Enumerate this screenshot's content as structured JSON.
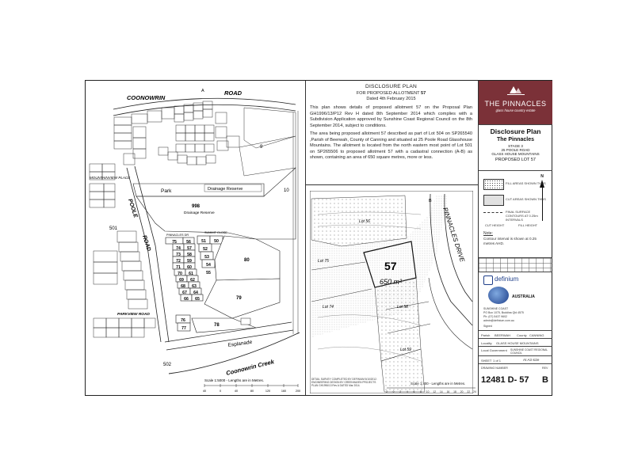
{
  "map": {
    "roads": {
      "coonowrin_road": "COONOWRIN",
      "road_word": "ROAD",
      "poole": "POOLE",
      "poole_road": "ROAD",
      "mountainview_place": "MOUNTAINVIEW PLACE",
      "parkview_road": "PARKVIEW ROAD",
      "pinnacles_dr": "PINNACLES DR",
      "summit_close": "SUMMIT CLOSE",
      "esplanade": "Esplanade",
      "coonowrin_creek": "Coonowrin Creek",
      "pinnacles_drive": "PINNACLES DRIVE"
    },
    "labels": {
      "park": "Park",
      "drainage_reserve": "Drainage Reserve",
      "lot_998": "998",
      "drainage_reserve_2": "Drainage Reserve",
      "lot_501": "501",
      "lot_502": "502",
      "lot_9": "9",
      "lot_10": "10",
      "lot_80": "80",
      "lot_79": "79",
      "lot_78": "78",
      "point_a": "A"
    },
    "lots": [
      "75",
      "56",
      "51",
      "50",
      "74",
      "57",
      "52",
      "73",
      "58",
      "53",
      "72",
      "59",
      "54",
      "71",
      "60",
      "55",
      "70",
      "61",
      "69",
      "62",
      "68",
      "63",
      "67",
      "64",
      "66",
      "65",
      "76",
      "77"
    ],
    "scale": {
      "text": "Scale 1:5000 - Lengths are in Metres.",
      "ticks": [
        "40",
        "0",
        "40",
        "80",
        "120",
        "160",
        "200"
      ]
    }
  },
  "notes": {
    "heading": "DISCLOSURE PLAN",
    "subheading_prefix": "FOR PROPOSED ALLOTMENT",
    "allotment": "57",
    "dated": "Dated 4th February 2015",
    "para1": "This plan shows details of proposed allotment 57 on the Proposal Plan GH1996/13/P12 Rev H dated 8th September 2014 which complies with a Subdivision Application approved by Sunshine Coast Regional Council on the 8th September 2014, subject to conditions.",
    "para2": "The area being proposed allotment 57 described as part of Lot 504 on SP265540 ,Parish of Beerwah, County of Canning and situated at 25 Poole Road Glasshouse Mountains. The allotment is located from the north eastern most point of Lot 501 on SP265506 to proposed allotment 57 with a cadastral connection (A-B) as shown, containing an area of 650 square metres, more or less."
  },
  "detail": {
    "lot": "57",
    "area": "650 m²",
    "lot56": "Lot 56",
    "lot75": "Lot 75",
    "lot74": "Lot 74",
    "lot58": "Lot 58",
    "lot59": "Lot 59",
    "road": "PINNACLES DRIVE",
    "point_b": "B",
    "scale": "Scale 1:400 - Lengths are in Metres.",
    "ticks": [
      "2",
      "0",
      "2",
      "4",
      "6",
      "8",
      "10",
      "12",
      "14",
      "16",
      "18",
      "20",
      "22",
      "24"
    ],
    "survey_note": "DETAIL SURVEY COMPLETED BY DEFINIUM 5/10/2012. ENGINEERING DESIGN BY GREENHAVEN PROJECTS PLAN GH1996/13 Rev A DATED Mar 2014."
  },
  "title_block": {
    "brand": "THE PINNACLES",
    "brand_sub": "glass house country estate",
    "plan_title": "Disclosure Plan",
    "estate": "The Pinnacles",
    "stage": "STAGE 3",
    "address": "25 POOLE ROAD",
    "suburb": "GLASS HOUSE MOUNTAINS",
    "proposed_lot": "PROPOSED LOT 57",
    "north": "N",
    "legend_fill": "FILL AREAS SHOWN THUS",
    "legend_cut": "CUT AREAS SHOWN THUS",
    "legend_contours": "FINAL SURFACE CONTOURS AT 0.25m INTERVALS",
    "legend_cut_height": "CUT HEIGHT",
    "legend_fill_height": "FILL HEIGHT",
    "note_title": "Note:",
    "note_text": "Contour interval is shown at 0.25 metres AHD.",
    "company": "definium",
    "country": "AUSTRALIA",
    "signed": "Signed",
    "firm_lines": [
      "SUNSHINE COAST",
      "PO Box 1075, Buddina Qld 4575",
      "Ph: (07) 5437 9602",
      "admin@definium.com.au"
    ],
    "parish_label": "Parish",
    "parish": "BEERWAH",
    "county_label": "County",
    "county": "CANNING",
    "locality_label": "Locality",
    "locality": "GLASS HOUSE MOUNTAINS",
    "lga_label": "Local Government",
    "lga": "SUNSHINE COAST REGIONAL COUNCIL",
    "sheet_label": "SHEET",
    "sheet": "1 of 1",
    "size_label": "At A3 size",
    "drawing_label": "DRAWING NUMBER",
    "rev_label": "REV",
    "drawing": "12481 D- 57",
    "rev": "B"
  },
  "colors": {
    "brand_bg": "#7b3138",
    "brand_text": "#ffffff",
    "line": "#222222",
    "company_blue": "#1f3f8a"
  }
}
